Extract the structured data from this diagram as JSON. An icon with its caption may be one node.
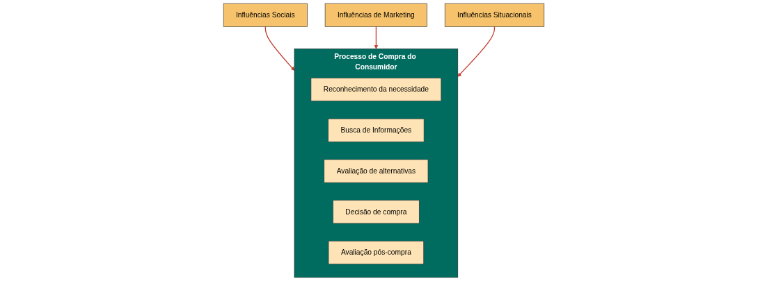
{
  "diagram": {
    "nodes": [
      {
        "text": [
          "Influências Sociais"
        ]
      },
      {
        "text": [
          "Influências de Marketing"
        ]
      },
      {
        "text": [
          "Influências Situacionais"
        ]
      },
      {
        "text": [
          "Processo de Compra do Consumidor"
        ]
      },
      {
        "text": [
          "Reconhecimento da necessidade"
        ],
        "in": 3
      },
      {
        "text": [
          "Busca de Informações"
        ],
        "in": 3
      },
      {
        "text": [
          "Avaliação de alternativas"
        ],
        "in": 3
      },
      {
        "text": [
          "Decisão de compra"
        ],
        "in": 3
      },
      {
        "text": [
          "Avaliação pós-compra"
        ],
        "in": 3
      }
    ],
    "edges": [
      {
        "from": 0,
        "to": 3,
        "arrow": "to"
      },
      {
        "from": 1,
        "to": 3,
        "arrow": "to"
      },
      {
        "from": 2,
        "to": 3,
        "arrow": "to"
      }
    ]
  }
}
